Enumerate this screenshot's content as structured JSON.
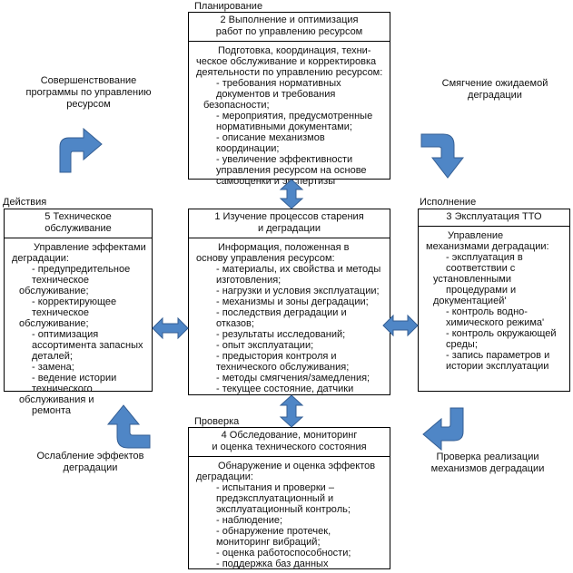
{
  "labels": {
    "planning": "Планирование",
    "actions": "Действия",
    "execution": "Исполнение",
    "check": "Проверка"
  },
  "captions": {
    "top_left": [
      "Совершенствование",
      "программы по управлению",
      "ресурсом"
    ],
    "top_right": [
      "Смягчение ожидаемой",
      "деградации"
    ],
    "bottom_left": [
      "Ослабление эффектов",
      "деградации"
    ],
    "bottom_right": [
      "Проверка реализации",
      "механизмов деградации"
    ]
  },
  "boxes": {
    "top": {
      "header": [
        "2 Выполнение и оптимизация",
        "работ по управлению ресурсом"
      ],
      "intro": [
        "Подготовка, координация, техни-",
        "ческое обслуживание и корректировка",
        "деятельности по управлению ресурсом:"
      ],
      "items": [
        [
          "- требования нормативных",
          "документов и требования безопасности;"
        ],
        [
          "- мероприятия, предусмотренные",
          "нормативными документами;"
        ],
        [
          "- описание механизмов",
          "координации;"
        ],
        [
          "- увеличение эффективности",
          "управления ресурсом на основе",
          "самооценки и экспертизы"
        ]
      ]
    },
    "left": {
      "header": [
        "5 Техническое",
        "обслуживание"
      ],
      "intro": [
        "Управление эффектами",
        "деградации:"
      ],
      "items": [
        [
          "- предупредительное",
          "техническое обслуживание;"
        ],
        [
          "- корректирующее",
          "техническое обслуживание;"
        ],
        [
          "- оптимизация",
          "ассортимента запасных",
          "деталей;"
        ],
        [
          "- замена;"
        ],
        [
          "- ведение истории",
          "технического обслуживания и",
          "ремонта"
        ]
      ]
    },
    "center": {
      "header": [
        "1 Изучение процессов старения",
        "и деградации"
      ],
      "intro": [
        "Информация, положенная в",
        "основу управления ресурсом:"
      ],
      "items": [
        [
          "- материалы, их свойства и методы",
          "изготовления;"
        ],
        [
          "- нагрузки и условия эксплуатации;"
        ],
        [
          "- механизмы и зоны деградации;"
        ],
        [
          "- последствия деградации и",
          "отказов;"
        ],
        [
          "- результаты исследований;"
        ],
        [
          "- опыт эксплуатации;"
        ],
        [
          "- предыстория контроля и",
          "технического обслуживания;"
        ],
        [
          "- методы смягчения/замедления;"
        ],
        [
          "- текущее состояние, датчики"
        ]
      ]
    },
    "right": {
      "header": [
        "3 Эксплуатация ТТО"
      ],
      "intro": [
        "Управление",
        "механизмами деградации:"
      ],
      "items": [
        [
          "- эксплуатация в",
          "соответствии с установленными",
          "процедурами и документацией'"
        ],
        [
          "- контроль водно-",
          "химического режима'"
        ],
        [
          "- контроль окружающей",
          "среды;"
        ],
        [
          "- запись параметров и",
          "истории эксплуатации"
        ]
      ]
    },
    "bottom": {
      "header": [
        "4 Обследование, мониторинг",
        "и оценка технического состояния"
      ],
      "intro": [
        "Обнаружение и оценка эффектов",
        "деградации:"
      ],
      "items": [
        [
          "- испытания и проверки –",
          "предэксплуатационный и",
          "эксплуатационный контроль;"
        ],
        [
          "- наблюдение;"
        ],
        [
          "- обнаружение протечек,",
          "мониторинг вибраций;"
        ],
        [
          "- оценка работоспособности;"
        ],
        [
          "- поддержка баз данных"
        ]
      ]
    }
  },
  "colors": {
    "arrow_fill": "#4f86c6",
    "arrow_stroke": "#355f94",
    "border": "#000000"
  }
}
